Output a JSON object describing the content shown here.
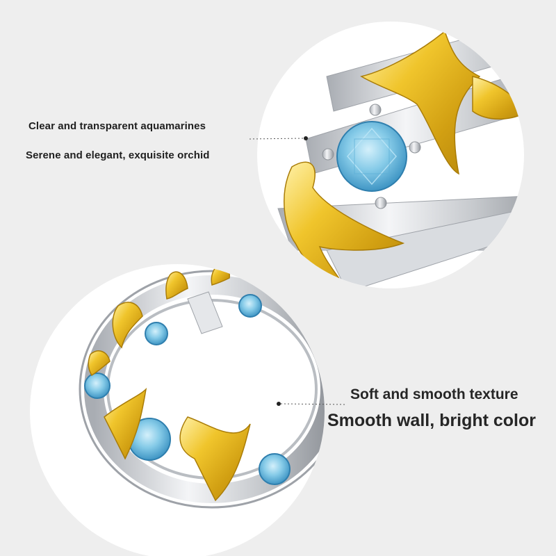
{
  "callout_top": {
    "line1": "Clear and transparent aquamarines",
    "line2": "Serene and elegant, exquisite orchid"
  },
  "callout_bottom": {
    "line1": "Soft and smooth texture",
    "line2": "Smooth wall, bright color"
  },
  "colors": {
    "background": "#eeeeee",
    "circle": "#ffffff",
    "gold": "#e6b820",
    "silver": "#c9ccd1",
    "aquamarine": "#7fc7e4",
    "text": "#1f1f1f"
  }
}
